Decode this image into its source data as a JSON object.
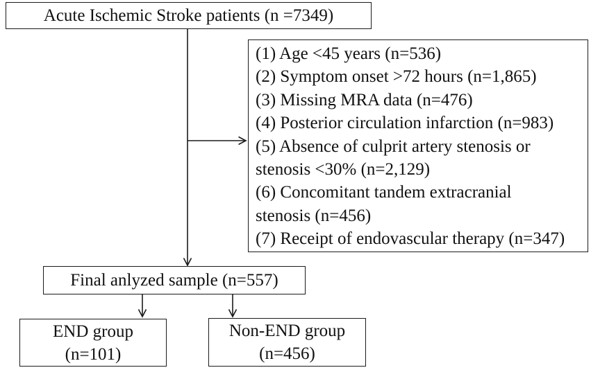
{
  "figure": {
    "type": "patient-flow-diagram",
    "colors": {
      "background": "#ffffff",
      "border": "#1a1a1a",
      "text": "#111111"
    },
    "boxes": {
      "top": {
        "label": "Acute Ischemic Stroke patients (n =7349)"
      },
      "exclusions": {
        "items": [
          "(1) Age <45 years (n=536)",
          "(2) Symptom onset >72 hours (n=1,865)",
          "(3) Missing MRA data (n=476)",
          "(4) Posterior circulation infarction (n=983)",
          "(5) Absence of culprit artery stenosis or\nstenosis <30% (n=2,129)",
          "(6) Concomitant tandem extracranial\nstenosis (n=456)",
          "(7) Receipt of endovascular therapy (n=347)"
        ]
      },
      "final": {
        "label": "Final anlyzed sample (n=557)"
      },
      "end_group": {
        "label": "END group\n(n=101)"
      },
      "non_end_group": {
        "label": "Non-END group\n(n=456)"
      }
    }
  }
}
